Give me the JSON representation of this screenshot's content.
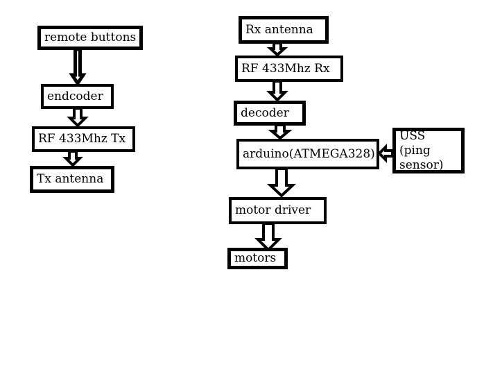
{
  "diagram": {
    "colors": {
      "ink": "#000000",
      "background": "#ffffff"
    },
    "nodes": [
      {
        "id": "remote-buttons",
        "label": "remote buttons"
      },
      {
        "id": "endcoder",
        "label": "endcoder"
      },
      {
        "id": "rf-433mhz-tx",
        "label": "RF 433Mhz Tx"
      },
      {
        "id": "tx-antenna",
        "label": "Tx antenna"
      },
      {
        "id": "rx-antenna",
        "label": "Rx antenna"
      },
      {
        "id": "rf-433mhz-rx",
        "label": "RF 433Mhz Rx"
      },
      {
        "id": "decoder",
        "label": "decoder"
      },
      {
        "id": "arduino",
        "label": "arduino(ATMEGA328)"
      },
      {
        "id": "uss",
        "label": "USS (ping sensor)"
      },
      {
        "id": "motor-driver",
        "label": "motor driver"
      },
      {
        "id": "motors",
        "label": "motors"
      }
    ],
    "edges": [
      {
        "from": "remote-buttons",
        "to": "endcoder",
        "direction": "down"
      },
      {
        "from": "endcoder",
        "to": "rf-433mhz-tx",
        "direction": "down"
      },
      {
        "from": "rf-433mhz-tx",
        "to": "tx-antenna",
        "direction": "down"
      },
      {
        "from": "rx-antenna",
        "to": "rf-433mhz-rx",
        "direction": "down"
      },
      {
        "from": "rf-433mhz-rx",
        "to": "decoder",
        "direction": "down"
      },
      {
        "from": "decoder",
        "to": "arduino",
        "direction": "down"
      },
      {
        "from": "uss",
        "to": "arduino",
        "direction": "left"
      },
      {
        "from": "arduino",
        "to": "motor-driver",
        "direction": "down"
      },
      {
        "from": "motor-driver",
        "to": "motors",
        "direction": "down"
      }
    ]
  }
}
